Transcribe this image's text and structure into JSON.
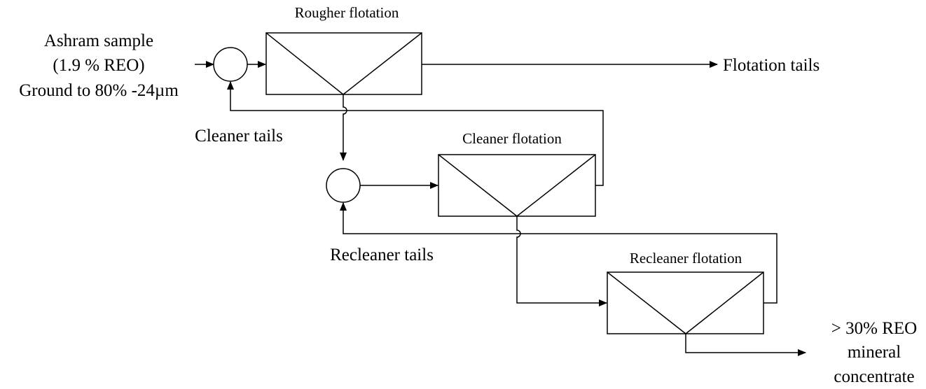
{
  "colors": {
    "ink": "#000000",
    "background": "#ffffff"
  },
  "feed": {
    "line1": "Ashram sample",
    "line2": "(1.9 % REO)",
    "line3": "Ground to 80% -24µm"
  },
  "units": {
    "rougher": {
      "title": "Rougher flotation"
    },
    "cleaner": {
      "title": "Cleaner flotation"
    },
    "recleaner": {
      "title": "Recleaner flotation"
    }
  },
  "streams": {
    "flotation_tails": "Flotation tails",
    "cleaner_tails": "Cleaner tails",
    "recleaner_tails": "Recleaner tails"
  },
  "product": {
    "line1": "> 30% REO",
    "line2": "mineral",
    "line3": "concentrate"
  }
}
